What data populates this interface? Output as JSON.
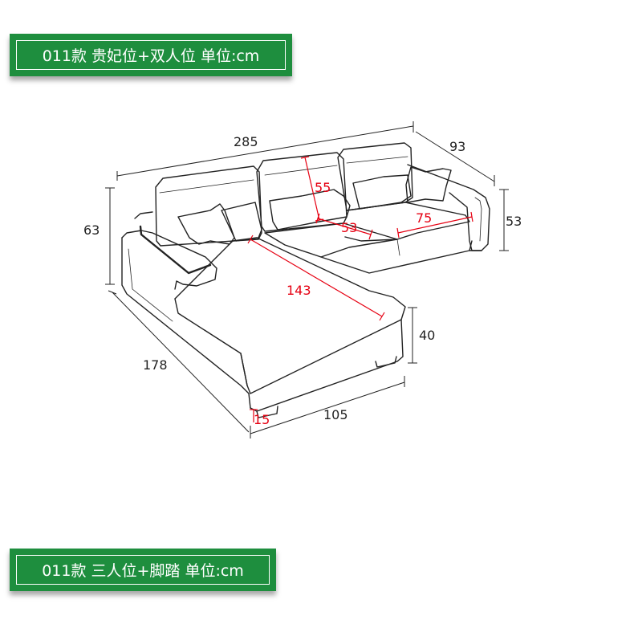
{
  "banners": {
    "top": "011款  贵妃位+双人位 单位:cm",
    "bottom": "011款  三人位+脚踏 单位:cm"
  },
  "dimensions": {
    "width_total": "285",
    "depth": "93",
    "height_left": "63",
    "height_right": "53",
    "back_height": "55",
    "seat_width": "53",
    "seat_width_right": "75",
    "chaise_length": "143",
    "chaise_depth": "178",
    "chaise_width": "105",
    "seat_height": "40",
    "leg_height": "15"
  },
  "colors": {
    "banner": "#1e8e3e",
    "outline": "#222222",
    "dimension_red": "#e60012"
  }
}
